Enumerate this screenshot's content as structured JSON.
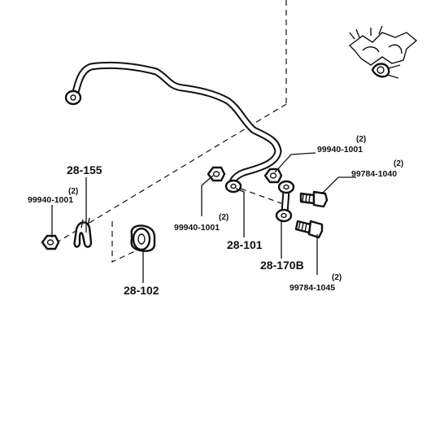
{
  "labels": {
    "lbl_28_155": "28-155",
    "lbl_99940_1001_a_qty": "(2)",
    "lbl_99940_1001_a": "99940-1001",
    "lbl_28_102": "28-102",
    "lbl_99940_1001_b_qty": "(2)",
    "lbl_99940_1001_b": "99940-1001",
    "lbl_28_101": "28-101",
    "lbl_99940_1001_c_qty": "(2)",
    "lbl_99940_1001_c": "99940-1001",
    "lbl_99784_1040_qty": "(2)",
    "lbl_99784_1040": "99784-1040",
    "lbl_28_170b": "28-170B",
    "lbl_99784_1045_qty": "(2)",
    "lbl_99784_1045": "99784-1045"
  },
  "colors": {
    "line": "#111111",
    "background": "#ffffff"
  }
}
